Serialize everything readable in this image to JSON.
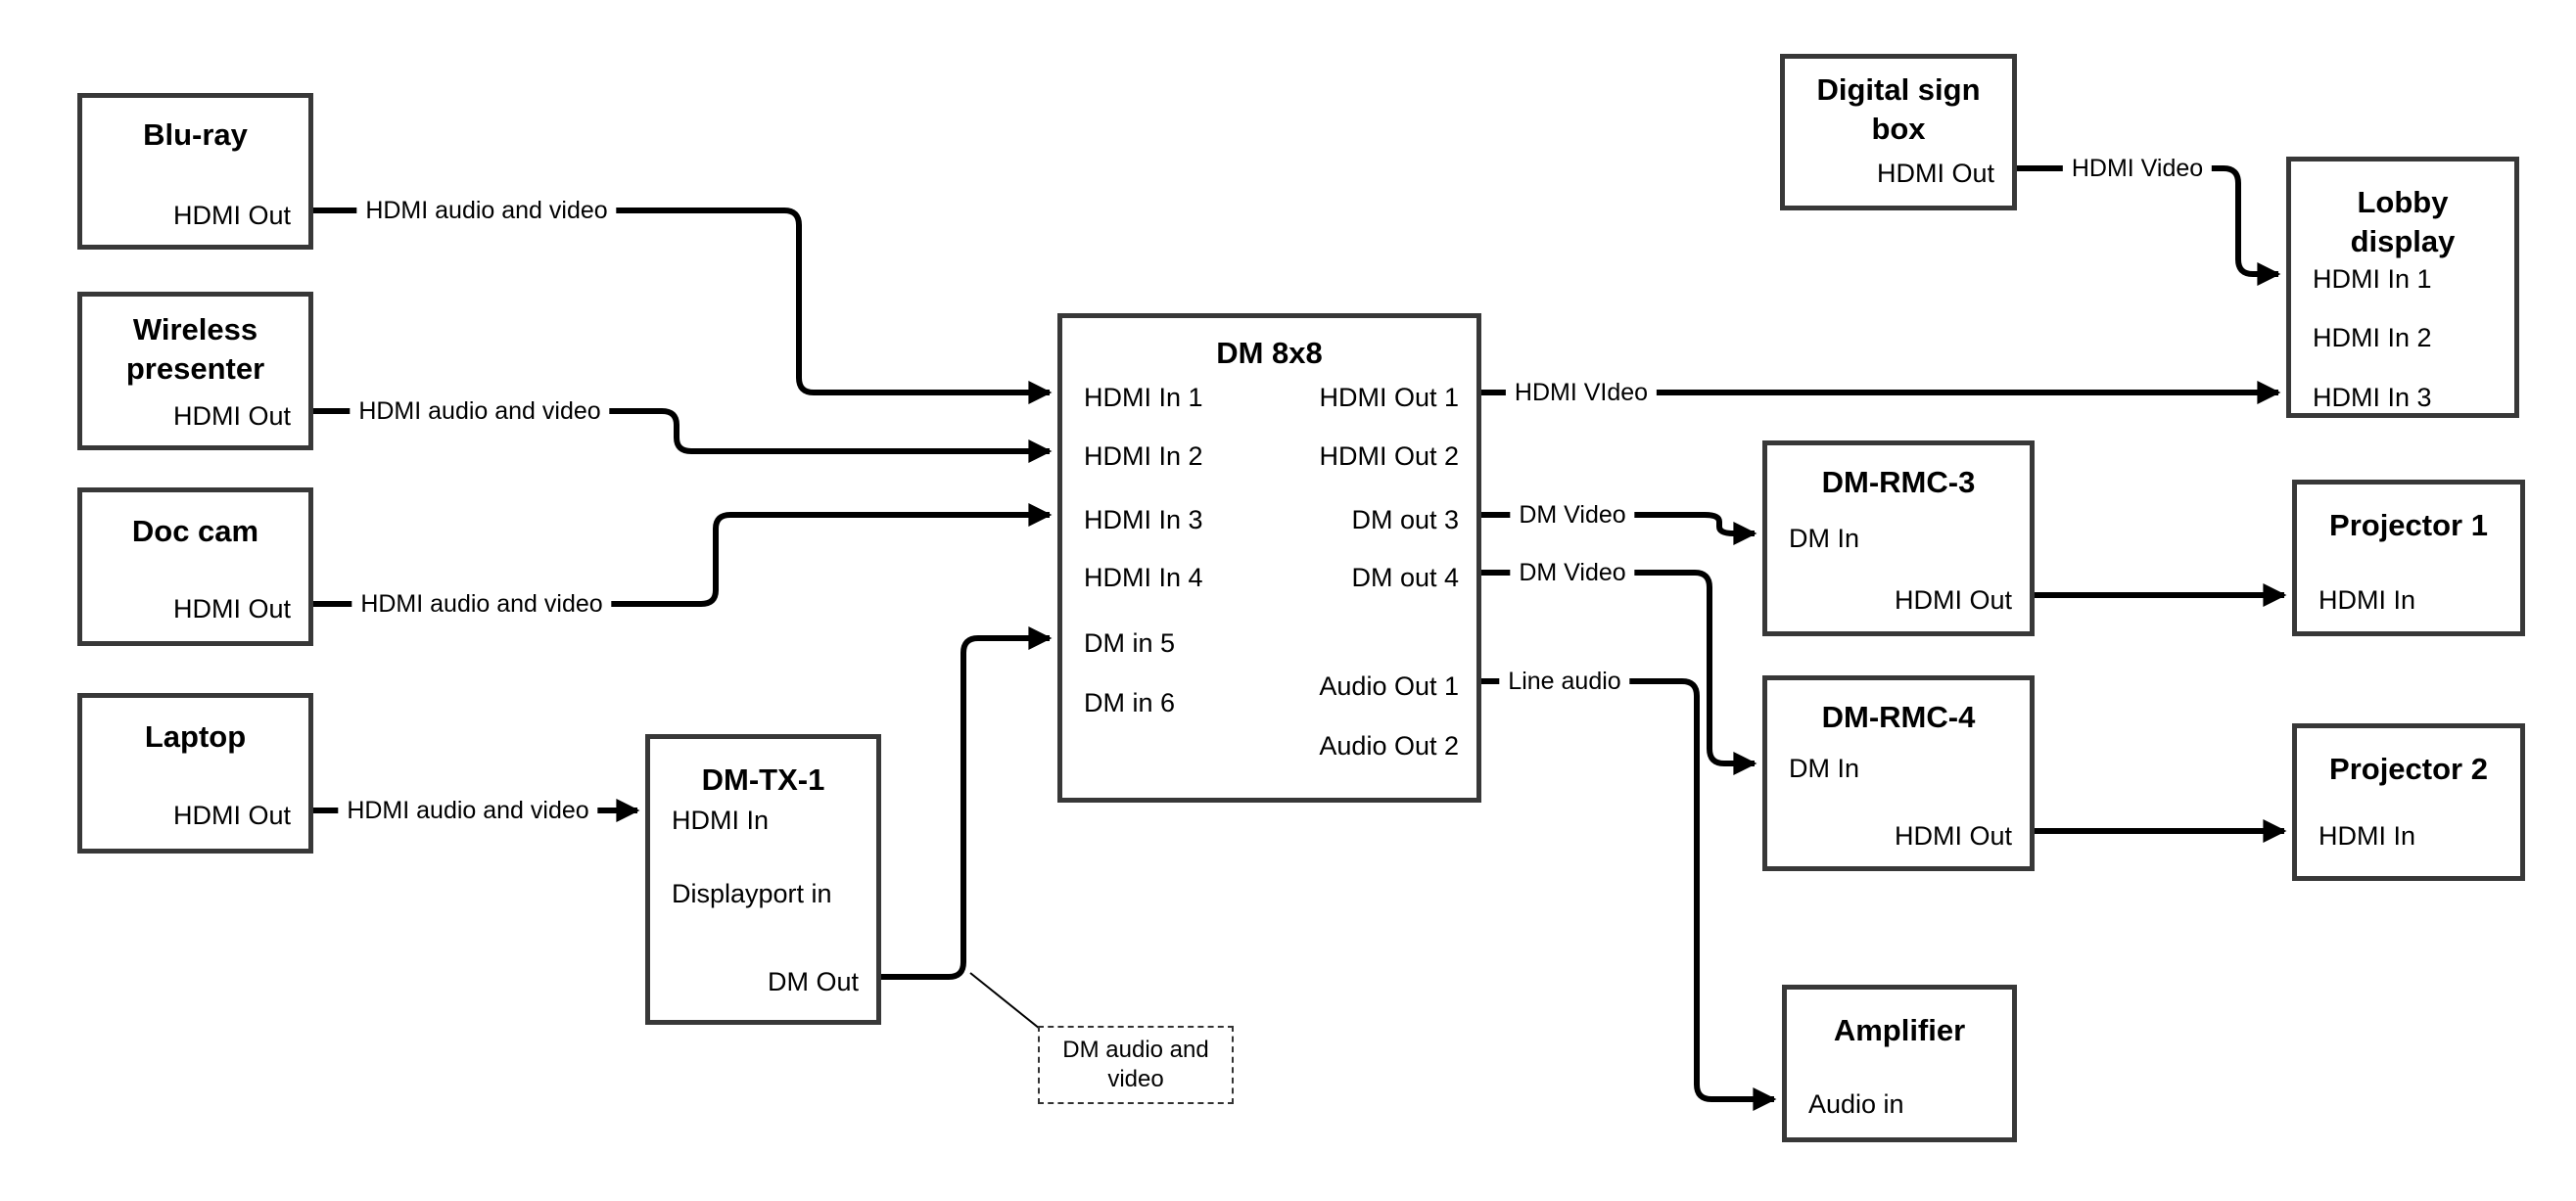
{
  "boxes": {
    "blu_ray": {
      "title": "Blu-ray",
      "ports": {
        "hdmi_out": "HDMI Out"
      }
    },
    "wireless": {
      "title": "Wireless presenter",
      "ports": {
        "hdmi_out": "HDMI Out"
      }
    },
    "doc_cam": {
      "title": "Doc cam",
      "ports": {
        "hdmi_out": "HDMI Out"
      }
    },
    "laptop": {
      "title": "Laptop",
      "ports": {
        "hdmi_out": "HDMI Out"
      }
    },
    "dm_tx_1": {
      "title": "DM-TX-1",
      "ports": {
        "hdmi_in": "HDMI In",
        "displayport_in": "Displayport in",
        "dm_out": "DM Out"
      }
    },
    "dm_8x8": {
      "title": "DM 8x8",
      "ports": {
        "hdmi_in_1": "HDMI In 1",
        "hdmi_in_2": "HDMI In 2",
        "hdmi_in_3": "HDMI In 3",
        "hdmi_in_4": "HDMI In 4",
        "dm_in_5": "DM in 5",
        "dm_in_6": "DM in 6",
        "hdmi_out_1": "HDMI Out 1",
        "hdmi_out_2": "HDMI Out 2",
        "dm_out_3": "DM out 3",
        "dm_out_4": "DM out 4",
        "audio_out_1": "Audio Out 1",
        "audio_out_2": "Audio Out 2"
      }
    },
    "digital_sign_box": {
      "title": "Digital sign box",
      "ports": {
        "hdmi_out": "HDMI Out"
      }
    },
    "lobby_display": {
      "title": "Lobby display",
      "ports": {
        "hdmi_in_1": "HDMI In 1",
        "hdmi_in_2": "HDMI In 2",
        "hdmi_in_3": "HDMI In 3"
      }
    },
    "dm_rmc_3": {
      "title": "DM-RMC-3",
      "ports": {
        "dm_in": "DM In",
        "hdmi_out": "HDMI Out"
      }
    },
    "projector_1": {
      "title": "Projector 1",
      "ports": {
        "hdmi_in": "HDMI In"
      }
    },
    "dm_rmc_4": {
      "title": "DM-RMC-4",
      "ports": {
        "dm_in": "DM In",
        "hdmi_out": "HDMI Out"
      }
    },
    "projector_2": {
      "title": "Projector 2",
      "ports": {
        "hdmi_in": "HDMI In"
      }
    },
    "amplifier": {
      "title": "Amplifier",
      "ports": {
        "audio_in": "Audio in"
      }
    }
  },
  "wire_labels": {
    "bluray_to_dm8x8": "HDMI audio and video",
    "wireless_to_dm8x8": "HDMI audio and video",
    "doccam_to_dm8x8": "HDMI audio and video",
    "laptop_to_dmtx": "HDMI audio and video",
    "out1_to_lobby": "HDMI VIdeo",
    "out3_to_rmc3": "DM Video",
    "out4_to_rmc4": "DM Video",
    "audio1_to_amp": "Line audio",
    "sign_to_lobby": "HDMI Video"
  },
  "annotation": {
    "text": "DM audio and video"
  },
  "colors": {
    "wire": "#000000",
    "box_border": "#383838",
    "background": "#ffffff"
  }
}
